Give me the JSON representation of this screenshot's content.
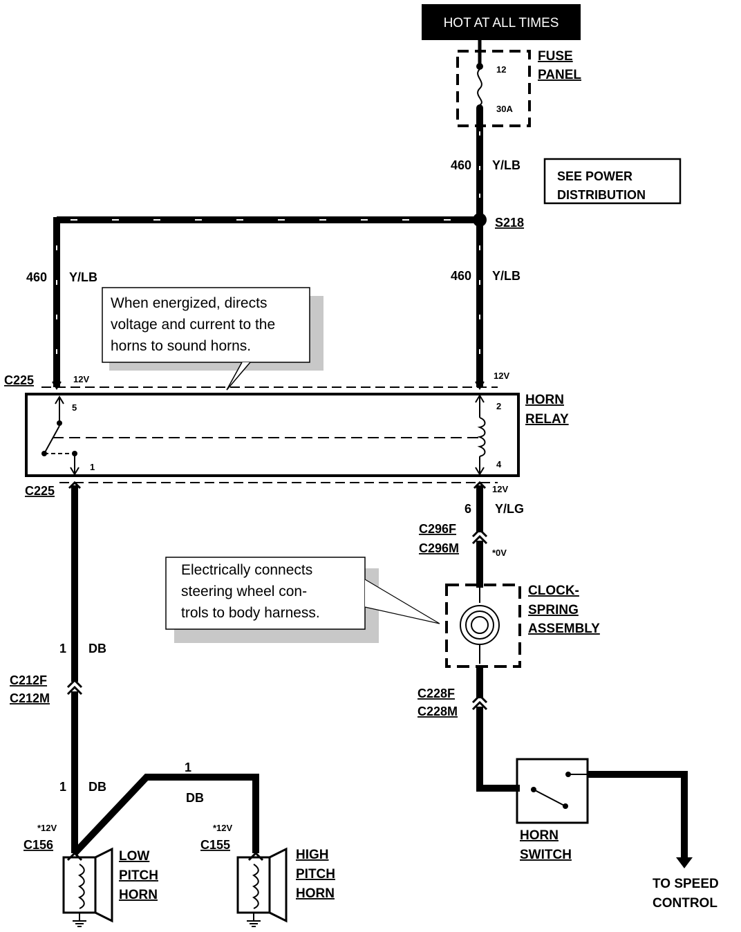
{
  "header": {
    "hot_label": "HOT AT ALL TIMES"
  },
  "fuse": {
    "title_line1": "FUSE",
    "title_line2": "PANEL",
    "number": "12",
    "rating": "30A"
  },
  "see_power": {
    "line1": "SEE POWER",
    "line2": "DISTRIBUTION"
  },
  "splice": {
    "id": "S218"
  },
  "wires": {
    "w460_top": {
      "circuit": "460",
      "color": "Y/LB"
    },
    "w460_right": {
      "circuit": "460",
      "color": "Y/LB"
    },
    "w460_left": {
      "circuit": "460",
      "color": "Y/LB"
    },
    "w6": {
      "circuit": "6",
      "color": "Y/LG"
    },
    "w1_upper": {
      "circuit": "1",
      "color": "DB"
    },
    "w1_lower": {
      "circuit": "1",
      "color": "DB"
    },
    "w1_branch": {
      "circuit": "1",
      "color": "DB"
    }
  },
  "relay": {
    "title_line1": "HORN",
    "title_line2": "RELAY",
    "connector_top": "C225",
    "connector_bottom": "C225",
    "pin5": "5",
    "pin1": "1",
    "pin2": "2",
    "pin4": "4",
    "v_left_top": "12V",
    "v_right_top": "12V",
    "v_right_bottom": "12V"
  },
  "callouts": {
    "relay_note": [
      "When energized, directs",
      "voltage and current to the",
      "horns to sound horns."
    ],
    "clockspring_note": [
      "Electrically connects",
      "steering wheel con-",
      "trols to body harness."
    ]
  },
  "connectors": {
    "c296f": "C296F",
    "c296m": "C296M",
    "v_c296": "*0V",
    "c228f": "C228F",
    "c228m": "C228M",
    "c212f": "C212F",
    "c212m": "C212M",
    "c156": "C156",
    "v_c156": "*12V",
    "c155": "C155",
    "v_c155": "*12V"
  },
  "clockspring": {
    "line1": "CLOCK-",
    "line2": "SPRING",
    "line3": "ASSEMBLY"
  },
  "horn_switch": {
    "line1": "HORN",
    "line2": "SWITCH"
  },
  "speed_control": {
    "line1": "TO SPEED",
    "line2": "CONTROL"
  },
  "low_horn": {
    "line1": "LOW",
    "line2": "PITCH",
    "line3": "HORN"
  },
  "high_horn": {
    "line1": "HIGH",
    "line2": "PITCH",
    "line3": "HORN"
  }
}
